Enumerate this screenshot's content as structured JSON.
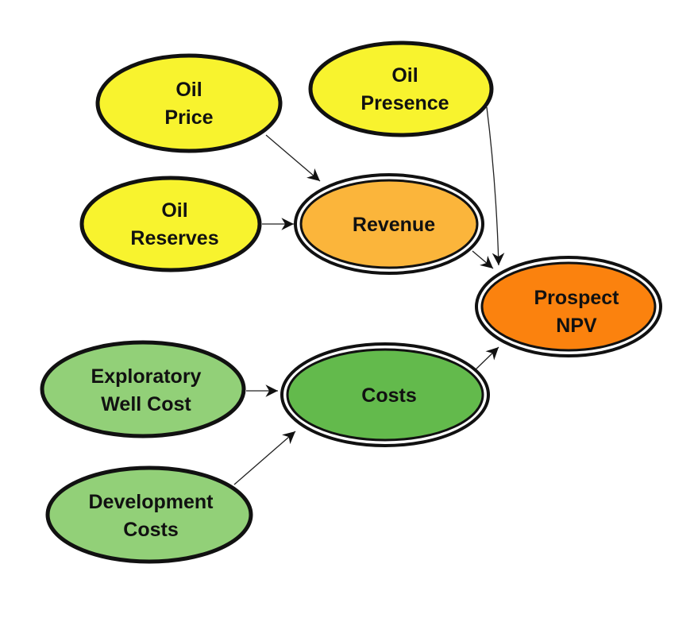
{
  "diagram": {
    "nodes": {
      "oil_price": {
        "lines": [
          "Oil",
          "Price"
        ],
        "color": "#f8f32e"
      },
      "oil_presence": {
        "lines": [
          "Oil",
          "Presence"
        ],
        "color": "#f8f32e"
      },
      "oil_reserves": {
        "lines": [
          "Oil",
          "Reserves"
        ],
        "color": "#f8f32e"
      },
      "revenue": {
        "lines": [
          "Revenue"
        ],
        "color": "#fbb53b"
      },
      "prospect_npv": {
        "lines": [
          "Prospect",
          "NPV"
        ],
        "color": "#fb820e"
      },
      "exploratory_well_cost": {
        "lines": [
          "Exploratory",
          "Well Cost"
        ],
        "color": "#92d078"
      },
      "costs": {
        "lines": [
          "Costs"
        ],
        "color": "#63ba4c"
      },
      "development_costs": {
        "lines": [
          "Development",
          "Costs"
        ],
        "color": "#92d078"
      }
    },
    "edges": [
      [
        "oil_price",
        "revenue"
      ],
      [
        "oil_reserves",
        "revenue"
      ],
      [
        "oil_presence",
        "prospect_npv"
      ],
      [
        "revenue",
        "prospect_npv"
      ],
      [
        "exploratory_well_cost",
        "costs"
      ],
      [
        "development_costs",
        "costs"
      ],
      [
        "costs",
        "prospect_npv"
      ]
    ]
  }
}
